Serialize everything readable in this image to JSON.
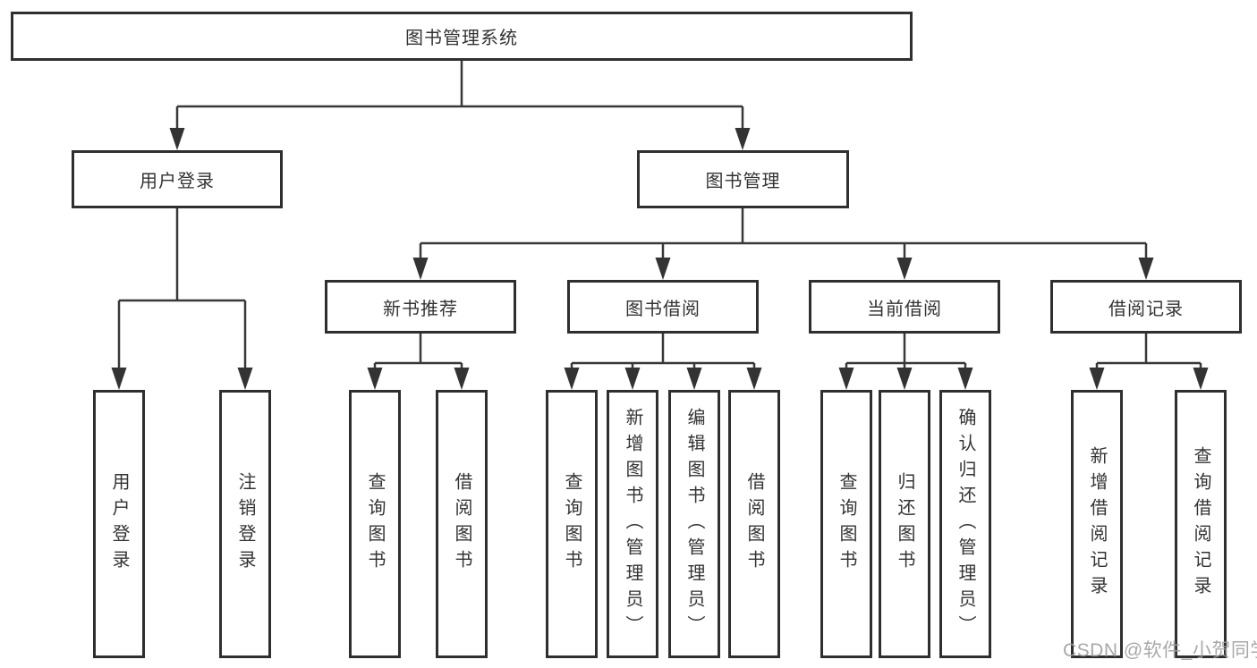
{
  "diagram_type": "hierarchy-tree",
  "tree": {
    "label": "图书管理系统",
    "children": [
      {
        "label": "用户登录",
        "children": [
          {
            "label": "用户登录"
          },
          {
            "label": "注销登录"
          }
        ]
      },
      {
        "label": "图书管理",
        "children": [
          {
            "label": "新书推荐",
            "children": [
              {
                "label": "查询图书"
              },
              {
                "label": "借阅图书"
              }
            ]
          },
          {
            "label": "图书借阅",
            "children": [
              {
                "label": "查询图书"
              },
              {
                "label": "新增图书（管理员）"
              },
              {
                "label": "编辑图书（管理员）"
              },
              {
                "label": "借阅图书"
              }
            ]
          },
          {
            "label": "当前借阅",
            "children": [
              {
                "label": "查询图书"
              },
              {
                "label": "归还图书"
              },
              {
                "label": "确认归还（管理员）"
              }
            ]
          },
          {
            "label": "借阅记录",
            "children": [
              {
                "label": "新增借阅记录"
              },
              {
                "label": "查询借阅记录"
              }
            ]
          }
        ]
      }
    ]
  },
  "watermark": "CSDN @软件_小贺同学",
  "colors": {
    "line": "#383838",
    "box_border": "#2f2f2f",
    "text": "#333333",
    "background": "#ffffff",
    "watermark": "#9e9e9e"
  }
}
